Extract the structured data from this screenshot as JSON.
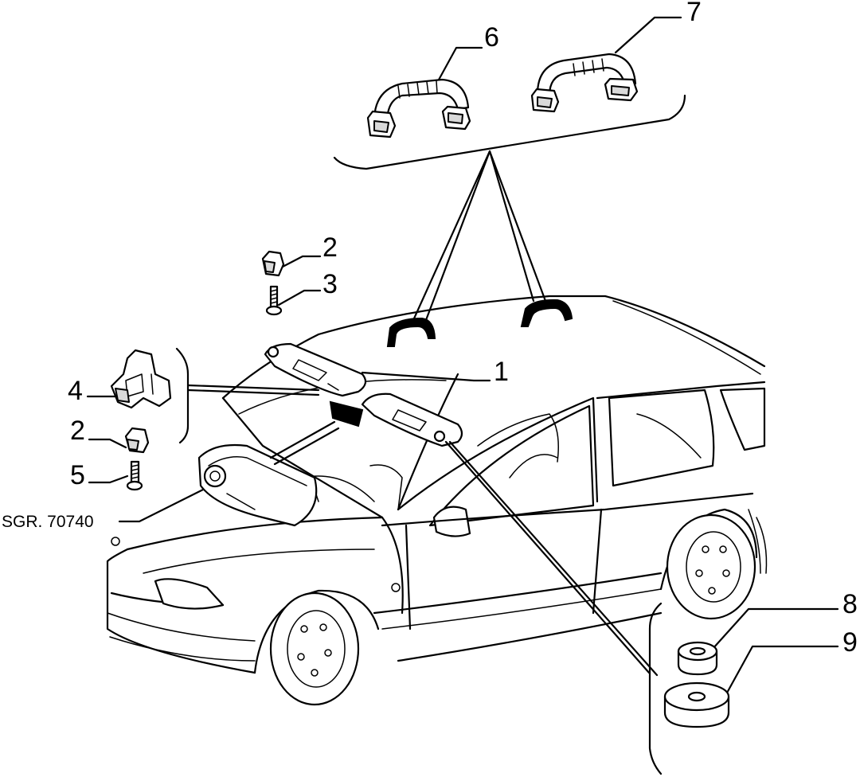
{
  "diagram": {
    "callouts": [
      {
        "id": "callout-1",
        "label": "1"
      },
      {
        "id": "callout-2a",
        "label": "2"
      },
      {
        "id": "callout-3",
        "label": "3"
      },
      {
        "id": "callout-4",
        "label": "4"
      },
      {
        "id": "callout-2b",
        "label": "2"
      },
      {
        "id": "callout-5",
        "label": "5"
      },
      {
        "id": "callout-6",
        "label": "6"
      },
      {
        "id": "callout-7",
        "label": "7"
      },
      {
        "id": "callout-8",
        "label": "8"
      },
      {
        "id": "callout-9",
        "label": "9"
      }
    ],
    "reference": "SGR. 70740"
  }
}
